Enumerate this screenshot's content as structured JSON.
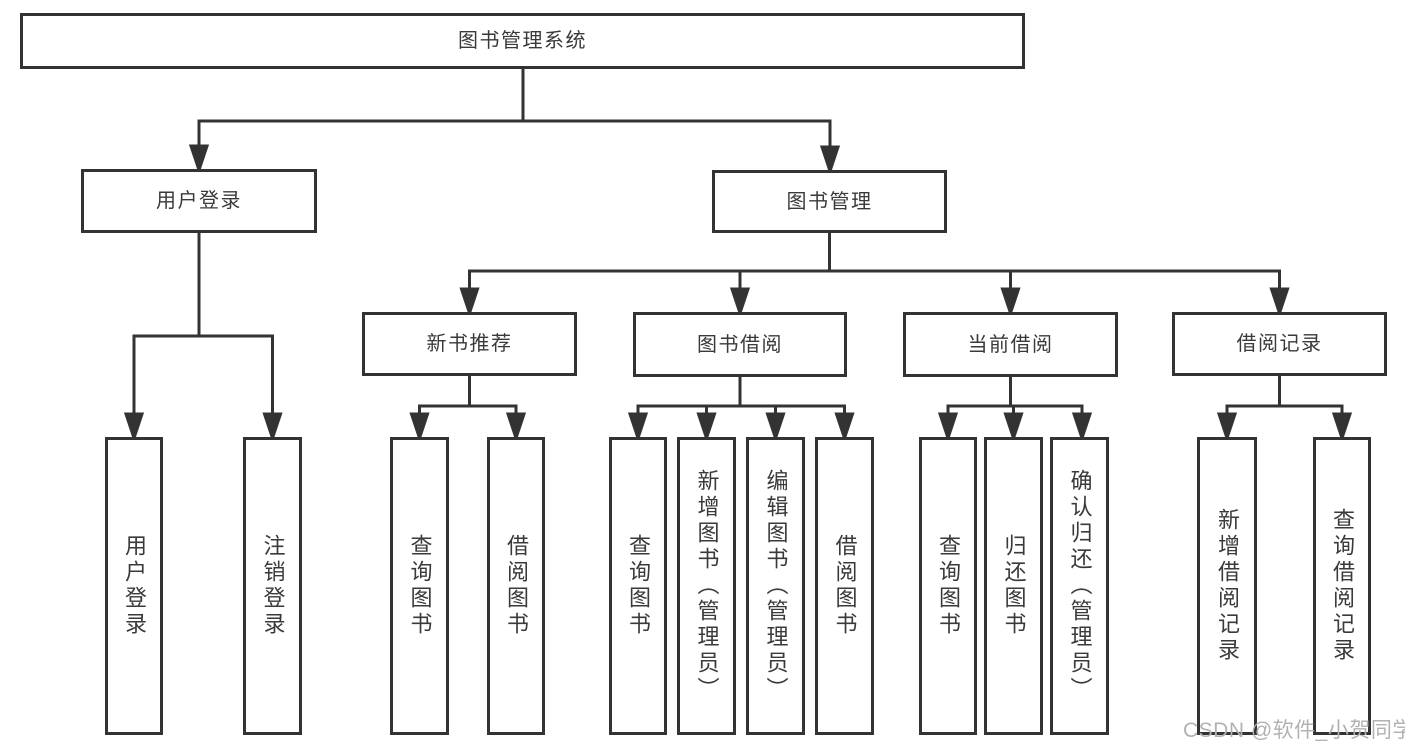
{
  "diagram": {
    "title": "图书管理系统",
    "line_color": "#333333",
    "box_background": "#ffffff",
    "nodes": {
      "root": "图书管理系统",
      "user_login": "用户登录",
      "book_mgmt": "图书管理",
      "new_book_rec": "新书推荐",
      "book_borrow": "图书借阅",
      "current_borrow": "当前借阅",
      "borrow_record": "借阅记录",
      "leaf_user_login": "用户登录",
      "leaf_logout": "注销登录",
      "leaf_rec_query": "查询图书",
      "leaf_rec_borrow": "借阅图书",
      "leaf_bb_query": "查询图书",
      "leaf_bb_add": "新增图书（管理员）",
      "leaf_bb_edit": "编辑图书（管理员）",
      "leaf_bb_borrow": "借阅图书",
      "leaf_cb_query": "查询图书",
      "leaf_cb_return": "归还图书",
      "leaf_cb_confirm": "确认归还（管理员）",
      "leaf_br_add": "新增借阅记录",
      "leaf_br_query": "查询借阅记录"
    },
    "hierarchy": {
      "图书管理系统": {
        "用户登录": [
          "用户登录",
          "注销登录"
        ],
        "图书管理": {
          "新书推荐": [
            "查询图书",
            "借阅图书"
          ],
          "图书借阅": [
            "查询图书",
            "新增图书（管理员）",
            "编辑图书（管理员）",
            "借阅图书"
          ],
          "当前借阅": [
            "查询图书",
            "归还图书",
            "确认归还（管理员）"
          ],
          "借阅记录": [
            "新增借阅记录",
            "查询借阅记录"
          ]
        }
      }
    }
  },
  "watermark": {
    "text": "CSDN @软件_小贺同学",
    "color": "#b2b2b2"
  }
}
